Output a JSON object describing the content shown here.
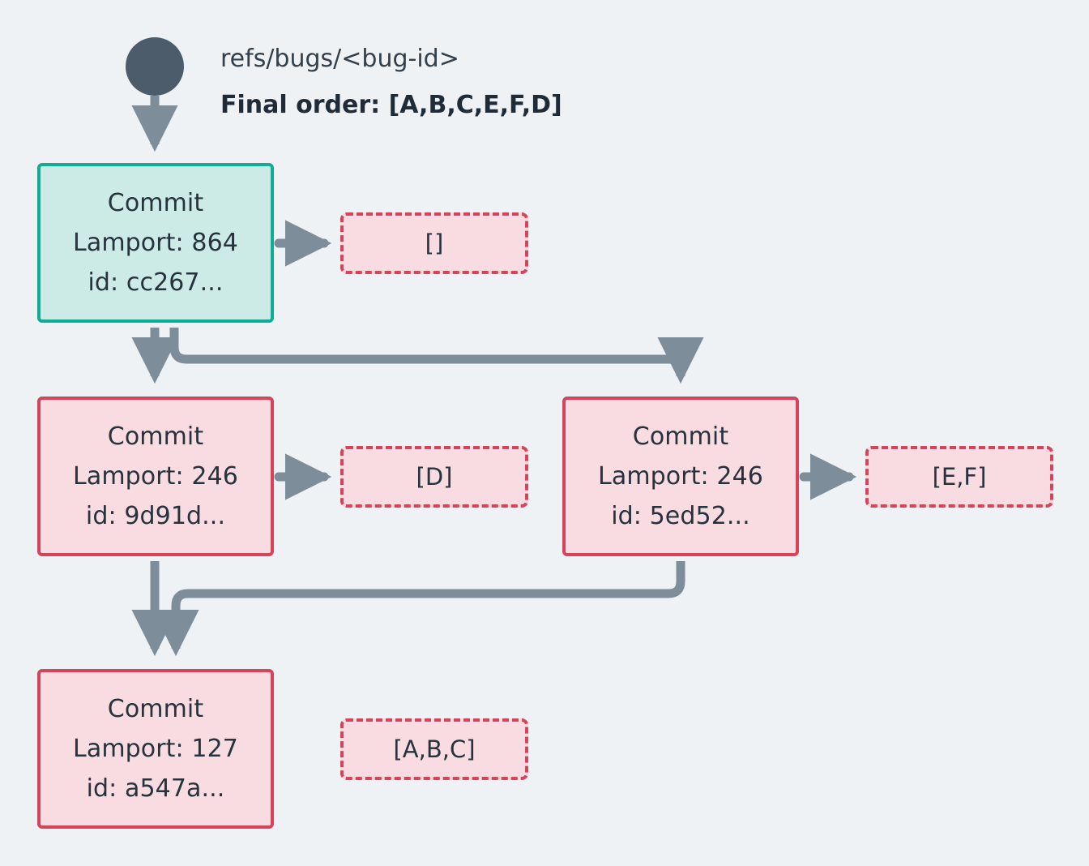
{
  "diagram": {
    "type": "commit-dag",
    "background_color": "#eef2f5",
    "root_label": "refs/bugs/<bug-id>",
    "final_order_label": "Final order: [A,B,C,E,F,D]",
    "colors": {
      "background": "#eef2f5",
      "root_dot": "#4c5c6b",
      "edge": "#7d8d99",
      "head_commit_fill": "#ccebe7",
      "head_commit_border": "#12ab94",
      "commit_fill": "#f8dce1",
      "commit_border": "#d4455c",
      "ops_fill": "#f8dce1",
      "ops_border": "#d4455c",
      "text": "#26323c"
    },
    "commits": [
      {
        "id": "head",
        "title": "Commit",
        "lamport": "Lamport: 864",
        "hash": "id: cc267...",
        "ops": "[]",
        "style": "teal"
      },
      {
        "id": "left-mid",
        "title": "Commit",
        "lamport": "Lamport: 246",
        "hash": "id: 9d91d...",
        "ops": "[D]",
        "style": "pink"
      },
      {
        "id": "right-mid",
        "title": "Commit",
        "lamport": "Lamport: 246",
        "hash": "id: 5ed52...",
        "ops": "[E,F]",
        "style": "pink"
      },
      {
        "id": "bottom",
        "title": "Commit",
        "lamport": "Lamport: 127",
        "hash": "id: a547a...",
        "ops": "[A,B,C]",
        "style": "pink"
      }
    ]
  }
}
